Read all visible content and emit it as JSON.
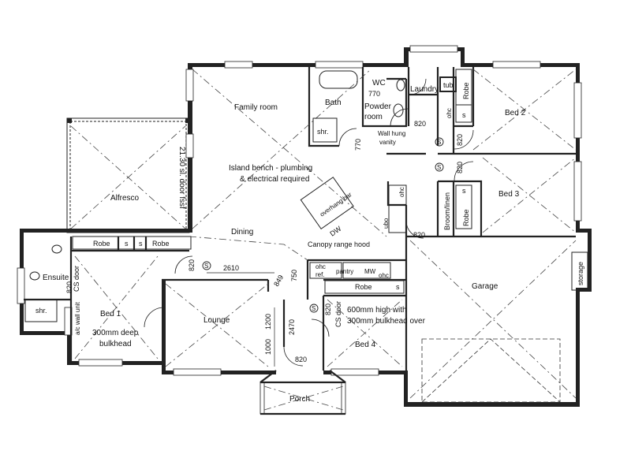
{
  "rooms": {
    "family_room": "Family room",
    "bath": "Bath",
    "wc": "WC",
    "powder_room_1": "Powder",
    "powder_room_2": "room",
    "laundry": "Laundry",
    "bed2": "Bed 2",
    "bed3": "Bed 3",
    "alfresco": "Alfresco",
    "dining": "Dining",
    "ensuite": "Ensuite",
    "bed1": "Bed 1",
    "lounge": "Lounge",
    "bed4": "Bed 4",
    "garage": "Garage",
    "porch": "Porch",
    "storage": "storage"
  },
  "fixtures": {
    "shr_bath": "shr.",
    "shr_ensuite": "shr.",
    "tub": "tub",
    "robe_bed2": "Robe",
    "robe_bed3": "Robe",
    "robe_bed1_a": "Robe",
    "robe_bed1_b": "Robe",
    "robe_bed4": "Robe",
    "s": "s",
    "ohc": "ohc",
    "broom_linen": "Broom/linen",
    "pantry": "pantry",
    "mw": "MW",
    "ref": "ref.",
    "dw": "DW",
    "ubo": "ubo",
    "overhang": "overhang bar"
  },
  "notes": {
    "wall_hung_vanity_1": "Wall hung",
    "wall_hung_vanity_2": "vanity",
    "island_1": "Island bench - plumbing",
    "island_2": "& electrical required",
    "canopy": "Canopy range hood",
    "sliding_door": "21.30 sl. door fssf",
    "bulkhead_600_1": "600mm high with",
    "bulkhead_600_2": "300mm bulkhead over",
    "bulkhead_300_1": "300mm deep",
    "bulkhead_300_2": "bulkhead",
    "cs_door_ensuite": "CS door",
    "cs_door_bed4": "CS door",
    "ac_wall_unit": "a/c wall unit"
  },
  "dimensions": {
    "d770_wc": "770",
    "d820_powder": "820",
    "d770_bath": "770",
    "d820_bed2": "820",
    "d820_bed3": "820",
    "d820_garage": "820",
    "d820_dining": "820",
    "d2610": "2610",
    "d849": "849",
    "d750": "750",
    "d820_ensuite": "820",
    "d1200": "1200",
    "d1000": "1000",
    "d2470": "2470",
    "d820_entry": "820",
    "d820_bed4": "820"
  },
  "symbols": {
    "smoke": "S"
  }
}
